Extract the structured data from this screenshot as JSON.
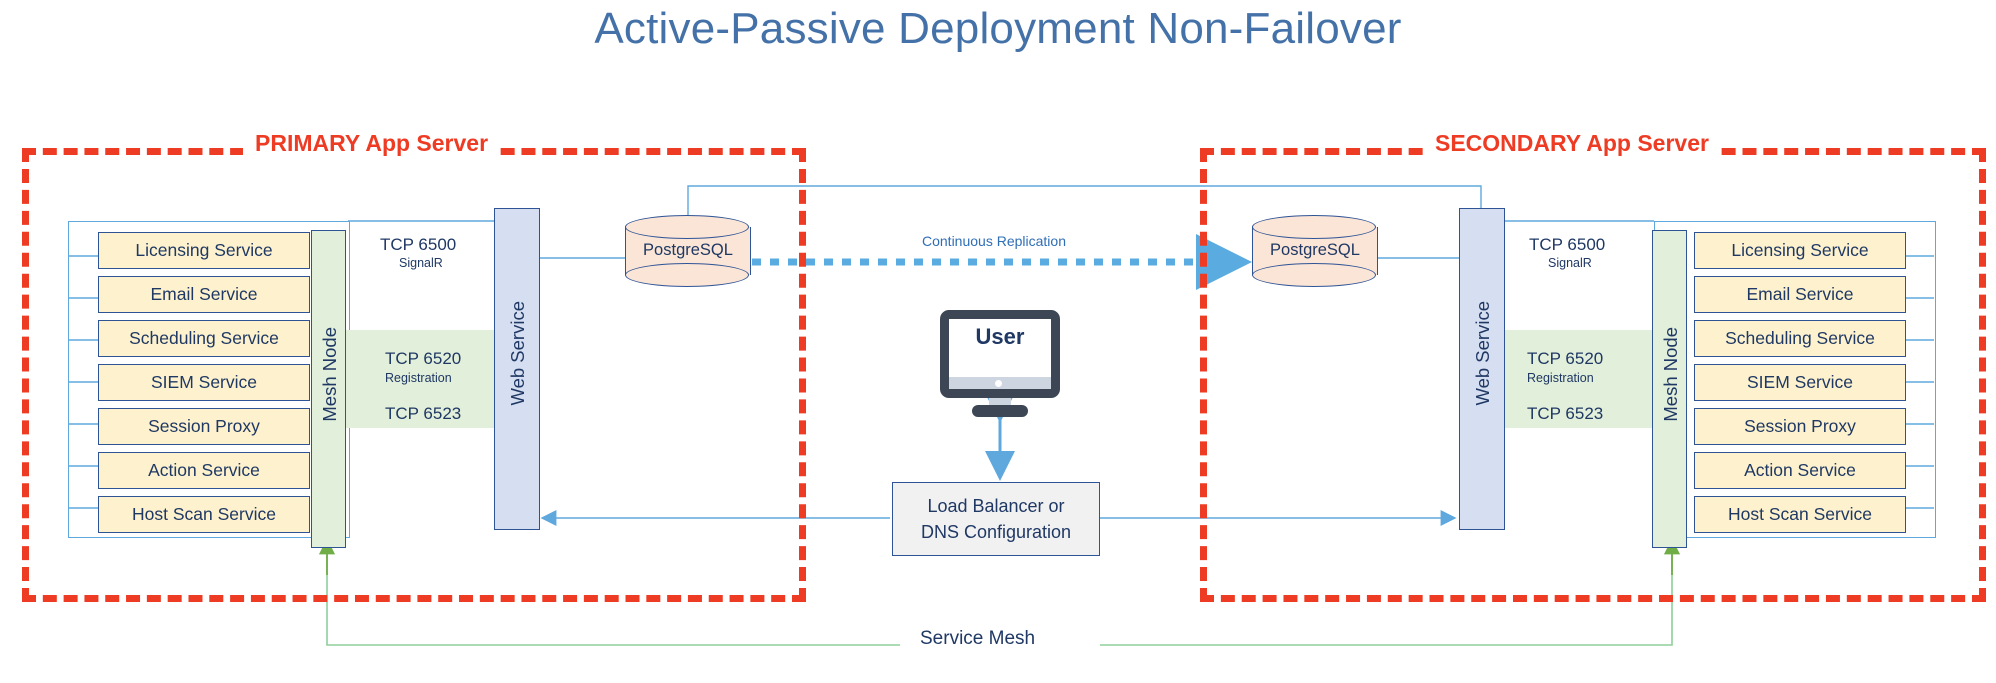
{
  "title": "Active-Passive Deployment Non-Failover",
  "colors": {
    "title_blue": "#4472a8",
    "zone_red": "#ee3b24",
    "service_fill": "#fdf2cd",
    "service_border": "#2f5496",
    "mesh_fill": "#e2efda",
    "web_fill": "#d6dff1",
    "db_fill": "#fbe5d6",
    "link_blue": "#5fa8dd",
    "mesh_line_green": "#70ad47",
    "text_navy": "#1f3864"
  },
  "zones": {
    "primary": {
      "label": "PRIMARY App Server"
    },
    "secondary": {
      "label": "SECONDARY App Server"
    }
  },
  "services": [
    "Licensing Service",
    "Email Service",
    "Scheduling Service",
    "SIEM Service",
    "Session Proxy",
    "Action Service",
    "Host Scan Service"
  ],
  "mesh_node_label": "Mesh Node",
  "web_service_label": "Web Service",
  "ports": {
    "signalr": {
      "main": "TCP 6500",
      "sub": "SignalR"
    },
    "registration": {
      "main": "TCP 6520",
      "sub": "Registration"
    },
    "secondary_port": {
      "main": "TCP 6523",
      "sub": ""
    }
  },
  "database": {
    "primary_label": "PostgreSQL",
    "secondary_label": "PostgreSQL",
    "replication_label": "Continuous Replication"
  },
  "user": {
    "label": "User"
  },
  "load_balancer": {
    "line1": "Load Balancer or",
    "line2": "DNS Configuration"
  },
  "service_mesh": {
    "label": "Service Mesh"
  }
}
